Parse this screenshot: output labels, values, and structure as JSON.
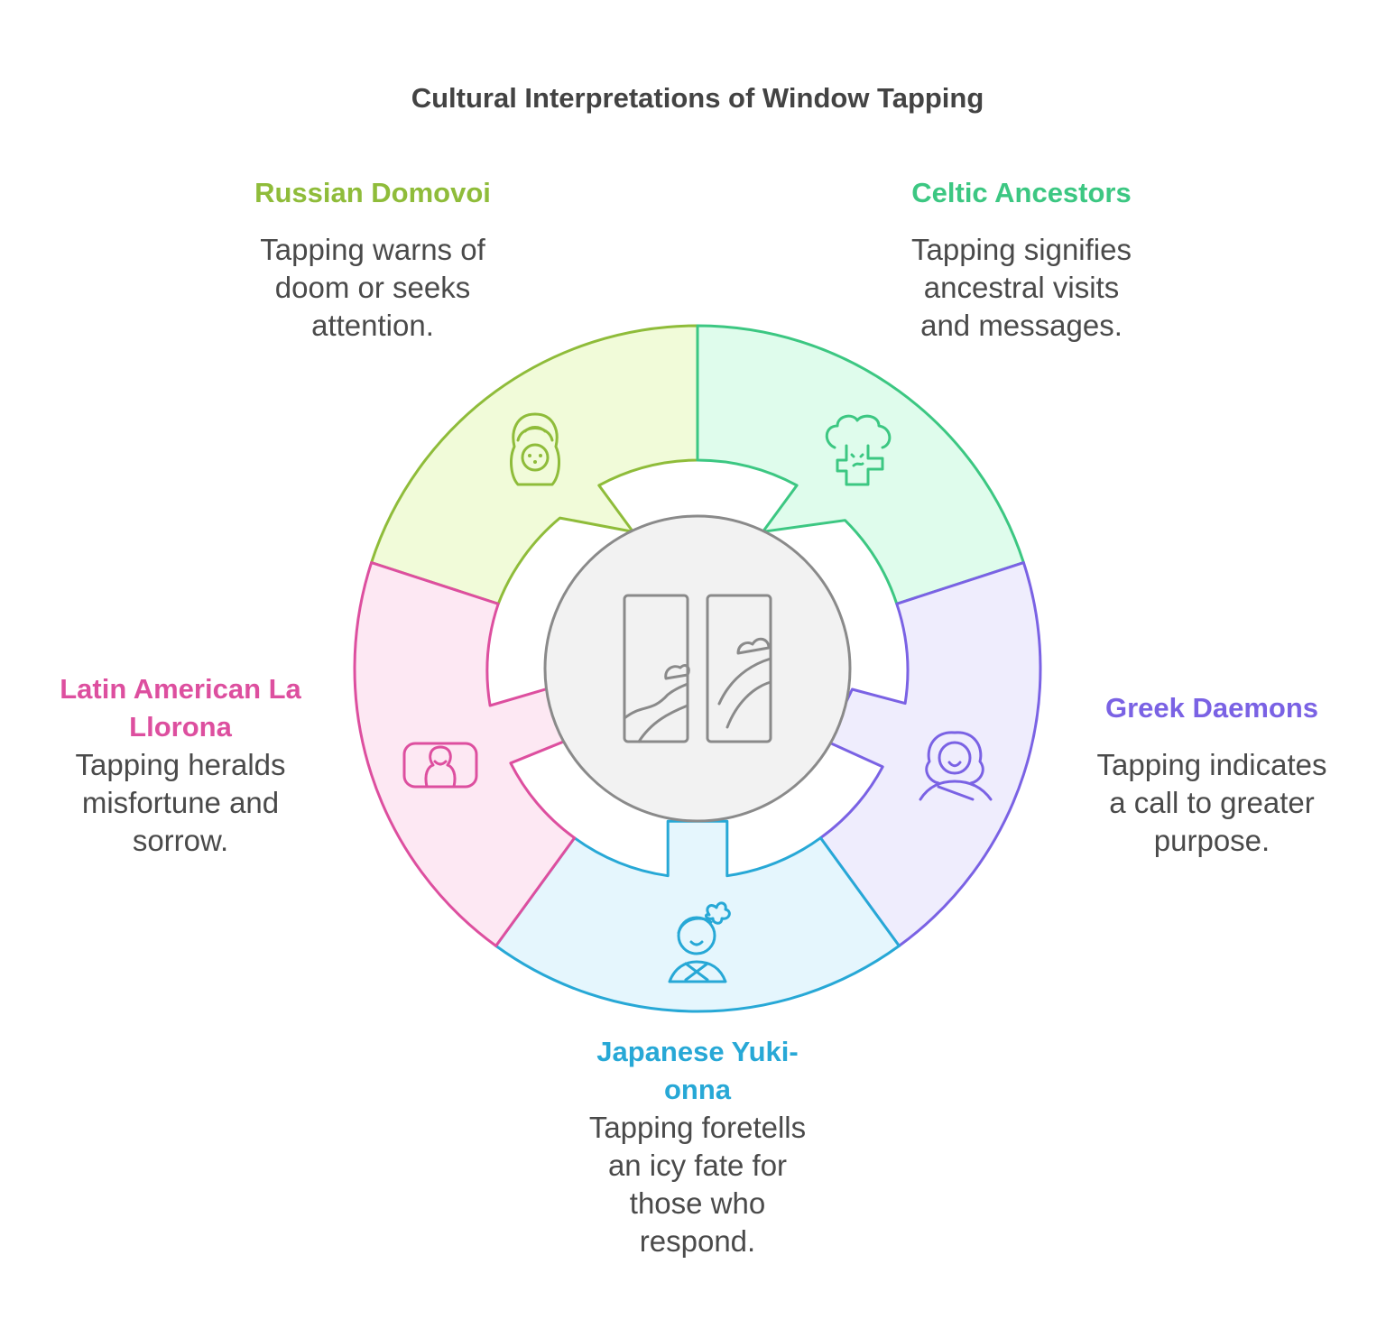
{
  "title": "Cultural Interpretations of Window Tapping",
  "center": {
    "icon": "window-icon"
  },
  "segments": [
    {
      "id": "russian",
      "heading": [
        "Russian Domovoi"
      ],
      "description": [
        "Tapping warns of",
        "doom or seeks",
        "attention."
      ],
      "icon": "matryoshka-doll-icon",
      "color": "#8fbc3a",
      "fill": "#f1fbd9"
    },
    {
      "id": "celtic",
      "heading": [
        "Celtic Ancestors"
      ],
      "description": [
        "Tapping signifies",
        "ancestral visits",
        "and messages."
      ],
      "icon": "tree-spirit-icon",
      "color": "#3cc782",
      "fill": "#dffcec"
    },
    {
      "id": "greek",
      "heading": [
        "Greek Daemons"
      ],
      "description": [
        "Tapping indicates",
        "a call to greater",
        "purpose."
      ],
      "icon": "greek-figure-icon",
      "color": "#7a62e4",
      "fill": "#efedfd"
    },
    {
      "id": "japanese",
      "heading": [
        "Japanese Yuki-",
        "onna"
      ],
      "description": [
        "Tapping foretells",
        "an icy fate for",
        "those who",
        "respond."
      ],
      "icon": "geisha-icon",
      "color": "#27a8d6",
      "fill": "#e5f6fd"
    },
    {
      "id": "latin",
      "heading": [
        "Latin American La",
        "Llorona"
      ],
      "description": [
        "Tapping heralds",
        "misfortune and",
        "sorrow."
      ],
      "icon": "woman-portrait-icon",
      "color": "#dd4f9f",
      "fill": "#fde8f3"
    }
  ]
}
